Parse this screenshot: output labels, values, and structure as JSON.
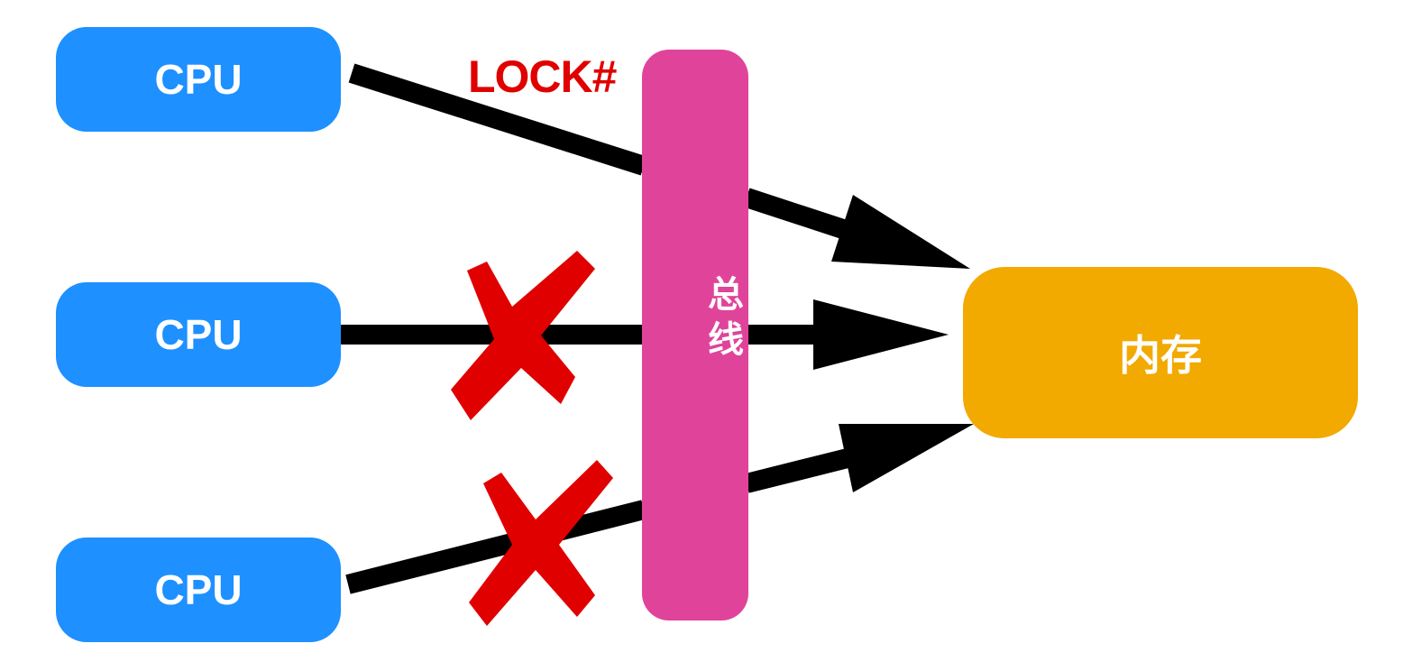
{
  "cpus": [
    {
      "label": "CPU"
    },
    {
      "label": "CPU"
    },
    {
      "label": "CPU"
    }
  ],
  "bus": {
    "label": "总线"
  },
  "memory": {
    "label": "内存"
  },
  "lock": {
    "label": "LOCK#"
  },
  "colors": {
    "cpu": "#1e90ff",
    "bus": "#e0449a",
    "memory": "#f2a900",
    "lock": "#e00000",
    "arrow": "#000000",
    "cross": "#e00000"
  },
  "connections": [
    {
      "from": "CPU",
      "to": "内存",
      "via": "总线",
      "locked": true,
      "blocked": false
    },
    {
      "from": "CPU",
      "to": "内存",
      "via": "总线",
      "locked": false,
      "blocked": true
    },
    {
      "from": "CPU",
      "to": "内存",
      "via": "总线",
      "locked": false,
      "blocked": true
    }
  ]
}
